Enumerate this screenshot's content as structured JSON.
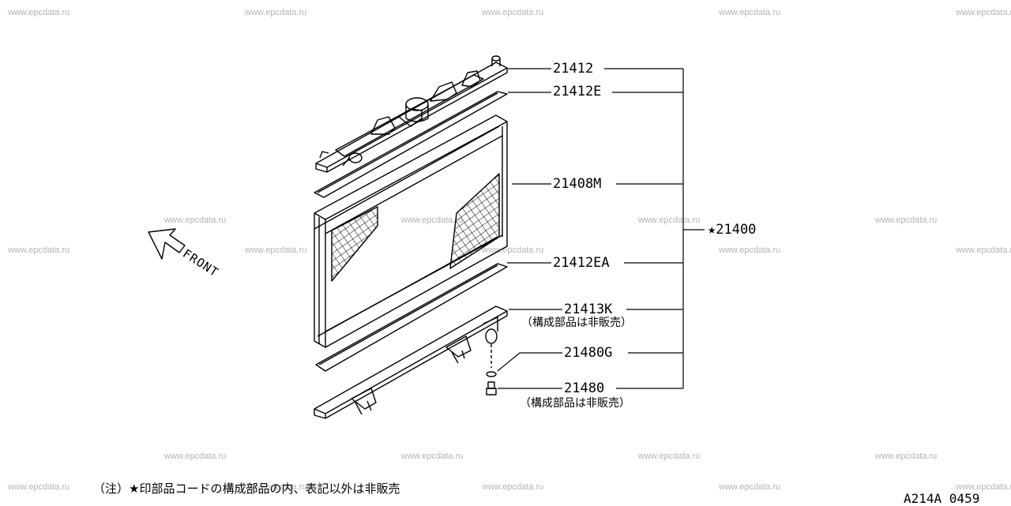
{
  "watermark": "www.epcdata.ru",
  "front_label": "FRONT",
  "parts": {
    "upper_tank": "21412",
    "upper_seal": "21412E",
    "core": "21408M",
    "assembly": "★21400",
    "lower_seal": "21412EA",
    "lower_tank": "21413K",
    "lower_tank_note": "（構成部品は非販売）",
    "washer": "21480G",
    "drain_plug": "21480",
    "drain_plug_note": "（構成部品は非販売）"
  },
  "footnote": "（注）★印部品コードの構成部品の内、表記以外は非販売",
  "diagram_code": "A214A 0459"
}
